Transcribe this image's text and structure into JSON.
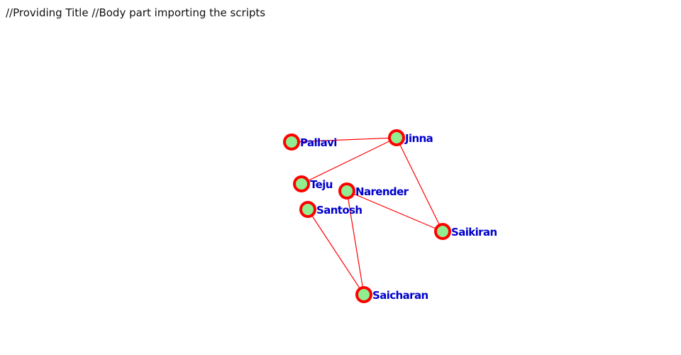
{
  "header": {
    "text": "//Providing Title //Body part importing the scripts"
  },
  "graph": {
    "colors": {
      "edge": "#ff0000",
      "node_stroke": "#ff0000",
      "node_fill": "#90ee90",
      "label": "#0000cc"
    },
    "nodes": [
      {
        "id": "pallavi",
        "label": "Pallavi"
      },
      {
        "id": "jinna",
        "label": "Jinna"
      },
      {
        "id": "teju",
        "label": "Teju"
      },
      {
        "id": "narender",
        "label": "Narender"
      },
      {
        "id": "santosh",
        "label": "Santosh"
      },
      {
        "id": "saikiran",
        "label": "Saikiran"
      },
      {
        "id": "saicharan",
        "label": "Saicharan"
      }
    ],
    "edges": [
      {
        "source": "pallavi",
        "target": "jinna"
      },
      {
        "source": "teju",
        "target": "jinna"
      },
      {
        "source": "jinna",
        "target": "saikiran"
      },
      {
        "source": "narender",
        "target": "saikiran"
      },
      {
        "source": "narender",
        "target": "saicharan"
      },
      {
        "source": "santosh",
        "target": "saicharan"
      }
    ]
  }
}
